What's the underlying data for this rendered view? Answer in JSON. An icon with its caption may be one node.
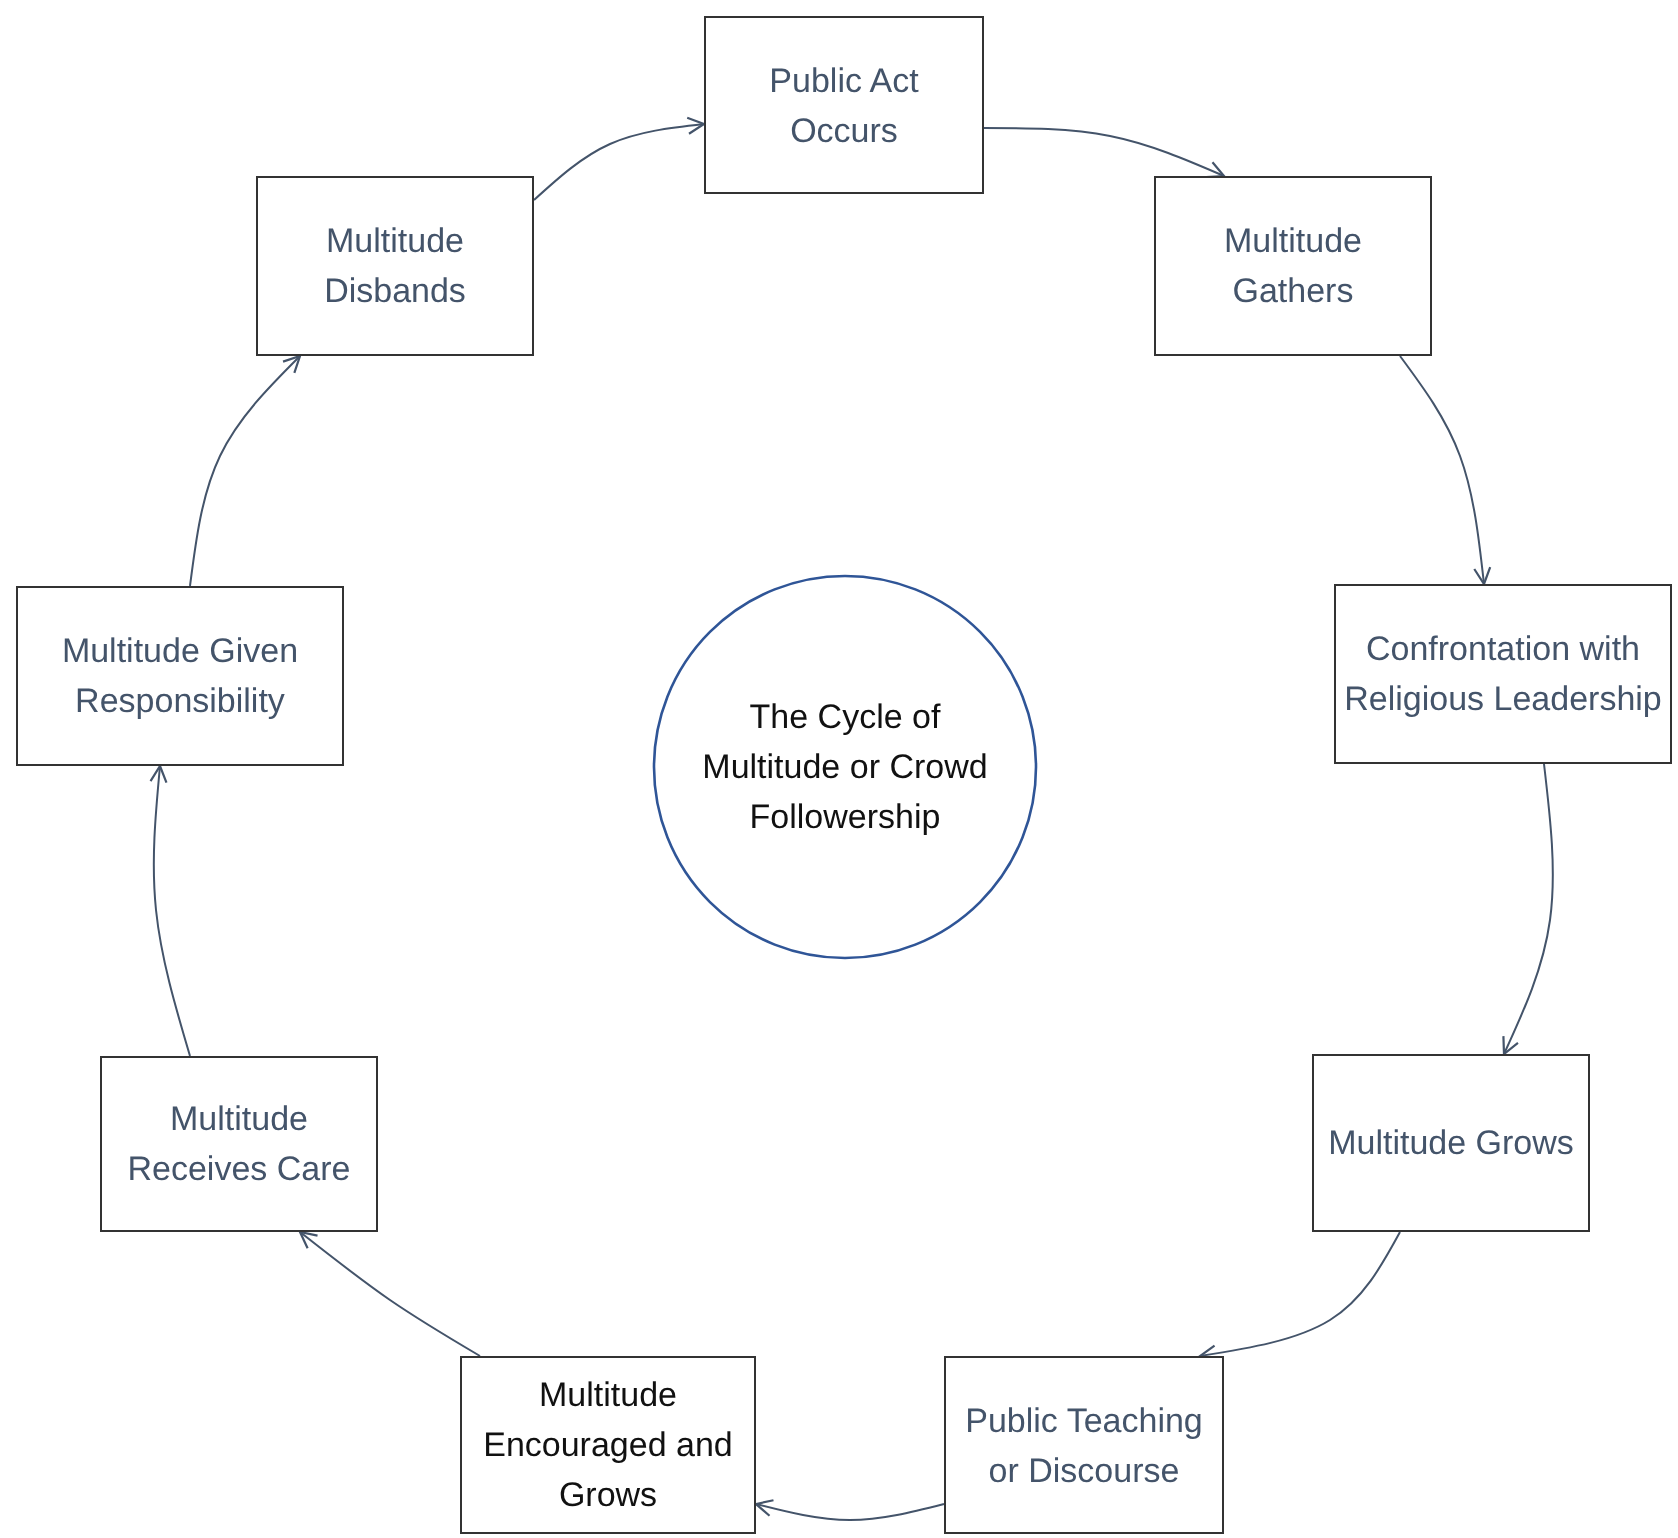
{
  "diagram": {
    "nodes": [
      {
        "text": [
          "Public Act Occurs"
        ]
      },
      {
        "text": [
          "Multitude Gathers"
        ]
      },
      {
        "text": [
          "Confrontation with Religious Leadership"
        ]
      },
      {
        "text": [
          "Multitude Grows"
        ]
      },
      {
        "text": [
          "Public Teaching or Discourse"
        ]
      },
      {
        "text": [
          "Multitude Encouraged and Grows"
        ]
      },
      {
        "text": [
          "Multitude Receives Care"
        ]
      },
      {
        "text": [
          "Multitude Given Responsibility"
        ]
      },
      {
        "text": [
          "Multitude Disbands"
        ]
      },
      {
        "text": [
          "The Cycle of Multitude or Crowd Followership"
        ]
      }
    ],
    "edges": [
      {
        "from": 0,
        "to": 1,
        "arrow": "to"
      },
      {
        "from": 1,
        "to": 2,
        "arrow": "to"
      },
      {
        "from": 2,
        "to": 3,
        "arrow": "to"
      },
      {
        "from": 3,
        "to": 4,
        "arrow": "to"
      },
      {
        "from": 4,
        "to": 5,
        "arrow": "to"
      },
      {
        "from": 5,
        "to": 6,
        "arrow": "to"
      },
      {
        "from": 6,
        "to": 7,
        "arrow": "to"
      },
      {
        "from": 7,
        "to": 8,
        "arrow": "to"
      },
      {
        "from": 8,
        "to": 0,
        "arrow": "to"
      }
    ]
  }
}
